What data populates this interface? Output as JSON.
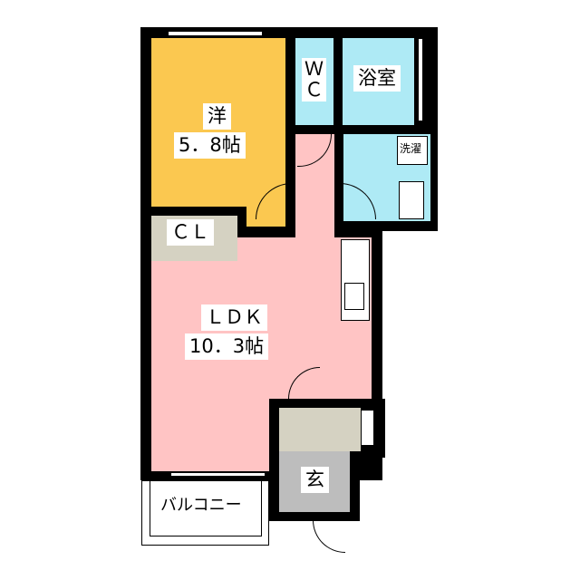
{
  "rooms": {
    "western": {
      "name": "洋",
      "size": "5．8帖"
    },
    "ldk": {
      "name": "ＬＤＫ",
      "size": "10．3帖"
    },
    "wc": {
      "name": "Ｗ\nＣ"
    },
    "bath": {
      "name": "浴室"
    },
    "laundry": {
      "name": "洗濯"
    },
    "closet": {
      "name": "ＣＬ"
    },
    "entrance": {
      "name": "玄"
    },
    "balcony": {
      "name": "バルコニー"
    }
  },
  "colors": {
    "western": "#FBC850",
    "ldk": "#FFC4C4",
    "wet": "#AEEAF5",
    "storage": "#D5D2C2",
    "entrance": "#BDBDBD",
    "wall": "#000000"
  }
}
